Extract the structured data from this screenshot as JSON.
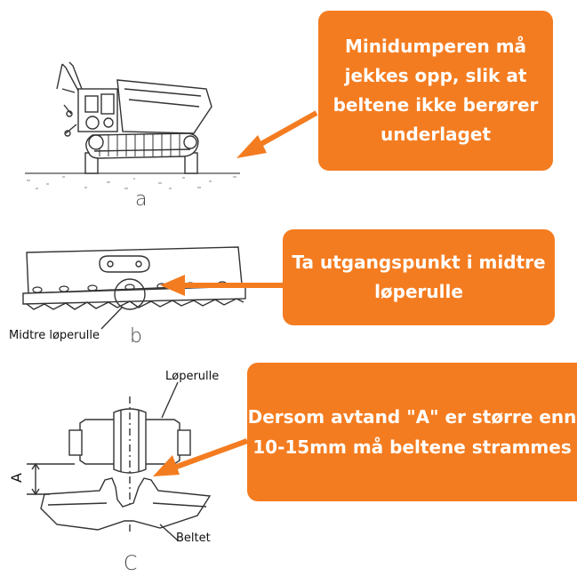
{
  "callouts": {
    "a": "Minidumperen må\njekkes opp, slik at\nbeltene ikke berører\nunderlaget",
    "b": "Ta utgangspunkt i midtre\nløperulle",
    "c": "Dersom avtand \"A\" er større enn\n10-15mm må beltene strammes"
  },
  "labels": {
    "fig_a": "a",
    "fig_b": "b",
    "fig_c": "C",
    "midtre_loperulle": "Midtre løperulle",
    "loperulle": "Løperulle",
    "beltet": "Beltet",
    "dim_a": "A"
  },
  "colors": {
    "callout": "#f47c20",
    "callout_text": "#ffffff",
    "line_art": "#333333"
  }
}
